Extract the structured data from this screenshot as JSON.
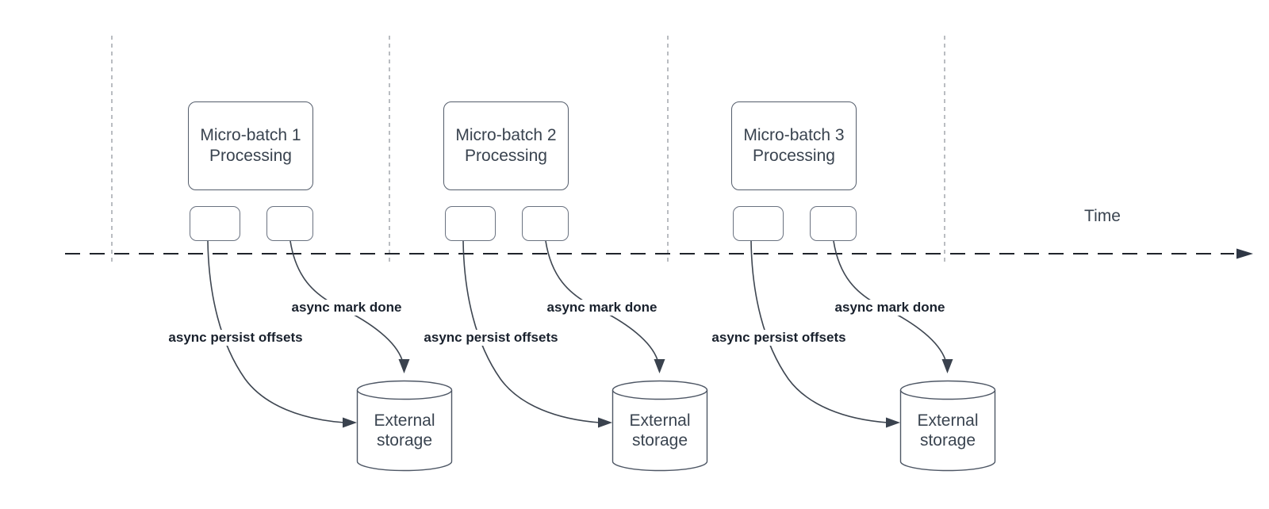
{
  "timeline": {
    "label": "Time"
  },
  "colors": {
    "curve_stroke": "#3e4651",
    "timeline_stroke": "#20242b",
    "guide_stroke": "#9da1a7",
    "box_border": "#545d6b",
    "small_box_border": "#6a7280",
    "cylinder_stroke": "#4e5765",
    "body_text": "#39434f",
    "label_text": "#19212d",
    "background": "#ffffff"
  },
  "sections": [
    {
      "title_line1": "Micro-batch 1",
      "title_line2": "Processing",
      "persist_label": "async persist offsets",
      "mark_done_label": "async mark done",
      "storage_line1": "External",
      "storage_line2": "storage"
    },
    {
      "title_line1": "Micro-batch 2",
      "title_line2": "Processing",
      "persist_label": "async persist offsets",
      "mark_done_label": "async mark done",
      "storage_line1": "External",
      "storage_line2": "storage"
    },
    {
      "title_line1": "Micro-batch 3",
      "title_line2": "Processing",
      "persist_label": "async persist offsets",
      "mark_done_label": "async mark done",
      "storage_line1": "External",
      "storage_line2": "storage"
    }
  ]
}
